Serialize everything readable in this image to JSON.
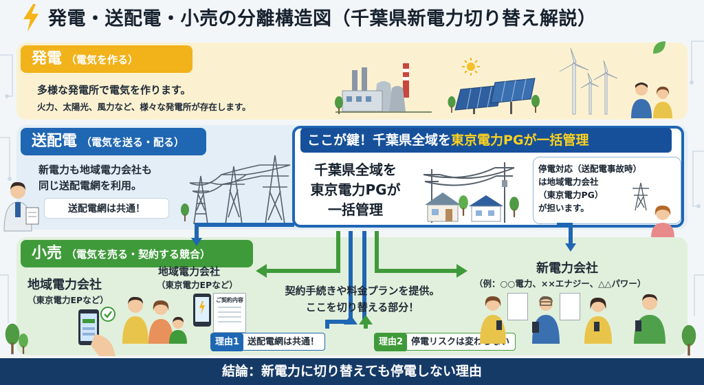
{
  "title": "発電・送配電・小売の分離構造図（千葉県新電力切り替え解説）",
  "generation": {
    "label": "発電",
    "sub_label": "（電気を作る）",
    "line1": "多様な発電所で電気を作ります。",
    "line2": "火力、太陽光、風力など、様々な発電所が存在します。"
  },
  "transmission": {
    "label": "送配電",
    "sub_label": "（電気を送る・配る）",
    "line1": "新電力も地域電力会社も",
    "line2": "同じ送配電網を利用。",
    "shared": "送配電網は共通！"
  },
  "key": {
    "banner_prefix": "ここが鍵！千葉県全域を",
    "banner_highlight": "東京電力PGが一括管理",
    "main_line1": "千葉県全域を",
    "main_line2": "東京電力PGが",
    "main_line3": "一括管理",
    "bubble_line1": "停電対応（送配電事故時）",
    "bubble_line2": "は地域電力会社",
    "bubble_line3": "（東京電力PG）",
    "bubble_line4": "が担います。"
  },
  "retail": {
    "label": "小売",
    "sub_label": "（電気を売る・契約する競合）",
    "regional_title": "地域電力会社",
    "regional_sub": "（東京電力EPなど）",
    "regional2_title": "地域電力会社",
    "regional2_sub": "（東京電力EPなど）",
    "contract_doc": "ご契約内容",
    "new_title": "新電力会社",
    "new_examples": "（例：○○電力、××エナジー、△△パワー）",
    "centre_line1": "契約手続きや料金プランを提供。",
    "centre_line2": "ここを切り替える部分！",
    "reason1_tag": "理由1",
    "reason1_text": "送配電網は共通！",
    "reason2_tag": "理由2",
    "reason2_text": "停電リスクは変わらない"
  },
  "footer": "結論：新電力に切り替えても停電しない理由",
  "colors": {
    "generation": "#f1b21a",
    "transmission": "#1f66b3",
    "retail": "#3f9a3a",
    "footer": "#163a66",
    "highlight": "#ffd21f"
  },
  "icons": [
    "lightning-bolt-icon",
    "factory-icon",
    "solar-panel-icon",
    "wind-turbine-icon",
    "sun-icon",
    "transmission-tower-icon",
    "utility-pole-icon",
    "house-icon",
    "smartphone-icon",
    "contract-document-icon",
    "person-icon",
    "tree-icon",
    "leaf-icon"
  ]
}
